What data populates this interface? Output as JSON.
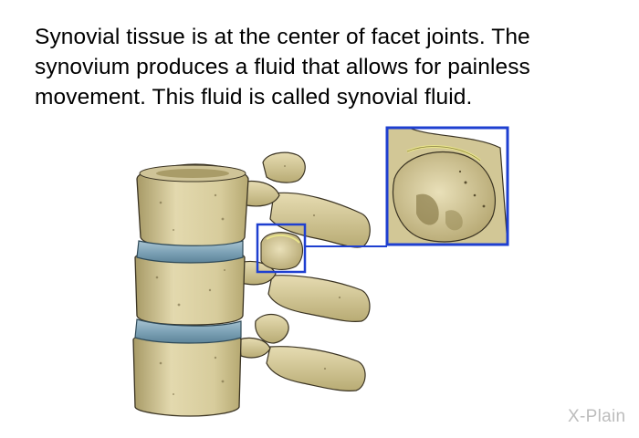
{
  "caption": "Synovial tissue is at the center of facet joints. The synovium produces a fluid that allows for painless movement. This fluid is called synovial fluid.",
  "logo": "X-Plain",
  "colors": {
    "bone": "#d9cfa3",
    "bone_shadow": "#b3a675",
    "bone_outline": "#3a3322",
    "disc": "#7fa4b8",
    "highlight_box": "#1e3fd0",
    "synovium_line": "#e8e48a"
  },
  "icons": {
    "spine": "vertebrae-illustration",
    "zoom": "facet-joint-magnified-inset"
  }
}
